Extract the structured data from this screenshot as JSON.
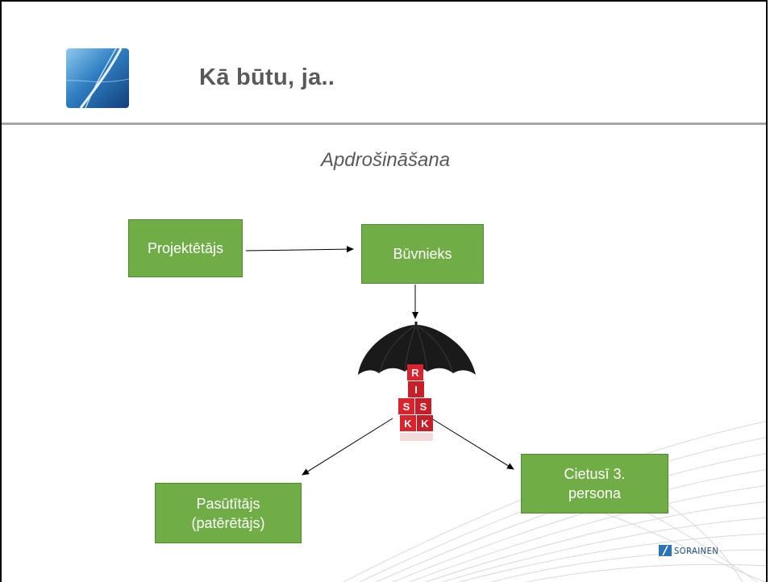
{
  "slide": {
    "title": "Kā būtu, ja..",
    "subtitle": "Apdrošināšana"
  },
  "nodes": {
    "designer": "Projektētājs",
    "builder": "Būvnieks",
    "client_line1": "Pasūtītājs",
    "client_line2": "(patērētājs)",
    "third_party_line1": "Cietusī 3.",
    "third_party_line2": "persona"
  },
  "illustration": {
    "blocks": [
      "R",
      "I",
      "S",
      "S",
      "K",
      "K"
    ]
  },
  "brand": {
    "name": "SORAINEN"
  },
  "colors": {
    "node_fill": "#70ad47",
    "title_text": "#595959",
    "rule": "#a6a6a6",
    "umbrella": "#1a1a1a",
    "risk_block": "#d9232d",
    "brand_blue": "#2b73b7"
  }
}
